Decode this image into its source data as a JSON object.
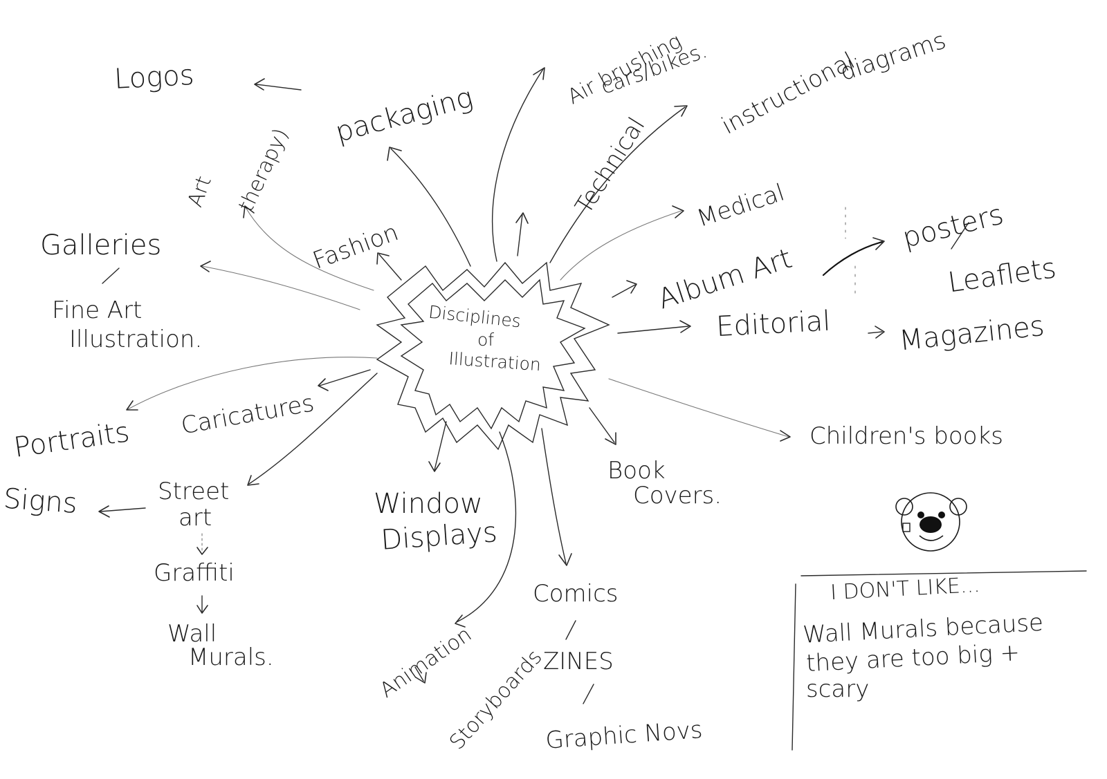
{
  "diagram": {
    "center": {
      "line1": "Disciplines",
      "line2": "of",
      "line3": "Illustration"
    },
    "labels": {
      "logos": "Logos",
      "packaging": "packaging",
      "airbrushing": "Air brushing",
      "cars_bikes": "cars/bikes.",
      "instructional": "instructional",
      "diagrams": "diagrams",
      "technical": "Technical",
      "art": "Art",
      "therapy": "therapy)",
      "galleries": "Galleries",
      "fine_art": "Fine Art",
      "fine_art_illustration": "Illustration.",
      "fashion": "Fashion",
      "medical": "Medical",
      "album_art": "Album Art",
      "posters": "posters",
      "leaflets": "Leaflets",
      "editorial": "Editorial",
      "magazines": "Magazines",
      "caricatures": "Caricatures",
      "portraits": "Portraits",
      "childrens_books": "Children's books",
      "signs": "Signs",
      "street": "Street",
      "art_2": "art",
      "graffiti": "Graffiti",
      "wall": "Wall",
      "murals": "Murals.",
      "window": "Window",
      "displays": "Displays",
      "book": "Book",
      "covers": "Covers.",
      "comics": "Comics",
      "zines": "ZINES",
      "graphic_novs": "Graphic Novs",
      "animation": "Animation",
      "storyboards": "Storyboards"
    },
    "note": {
      "heading": "I DON'T LIKE...",
      "line1": "Wall Murals because",
      "line2": "they are too big +",
      "line3": "scary"
    },
    "mascot_icon": "bear-face-icon",
    "stroke_color": "#1a1a1a",
    "background": "#ffffff"
  }
}
